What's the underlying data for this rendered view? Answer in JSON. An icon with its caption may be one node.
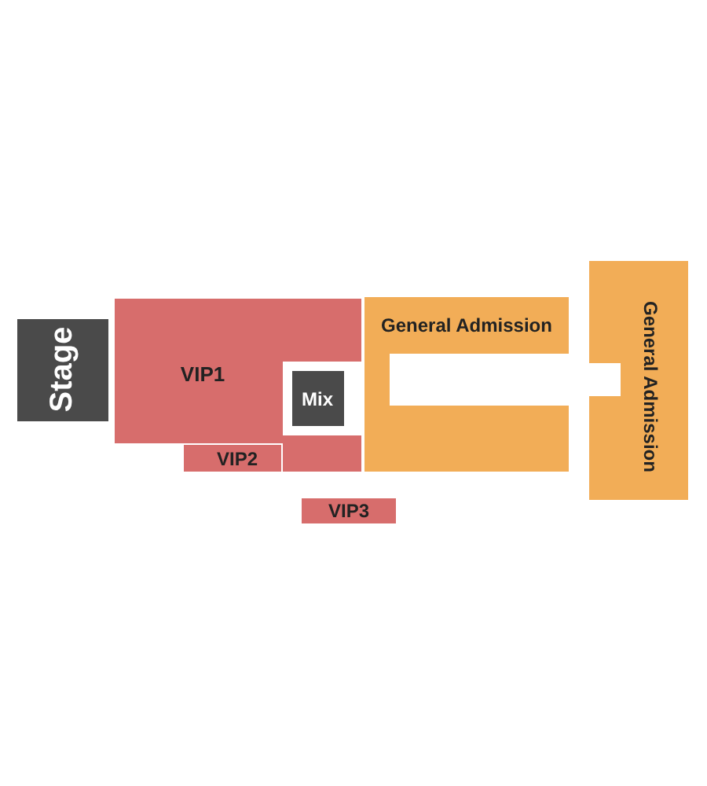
{
  "diagram": {
    "nodes": [
      {
        "text": [
          "Stage"
        ]
      },
      {
        "text": [
          "VIP1"
        ]
      },
      {
        "text": [
          "Mix"
        ]
      },
      {
        "text": [
          "VIP2"
        ]
      },
      {
        "text": [
          "VIP3"
        ]
      },
      {
        "text": [
          "General Admission"
        ]
      },
      {
        "text": [
          "General Admission"
        ]
      }
    ]
  }
}
